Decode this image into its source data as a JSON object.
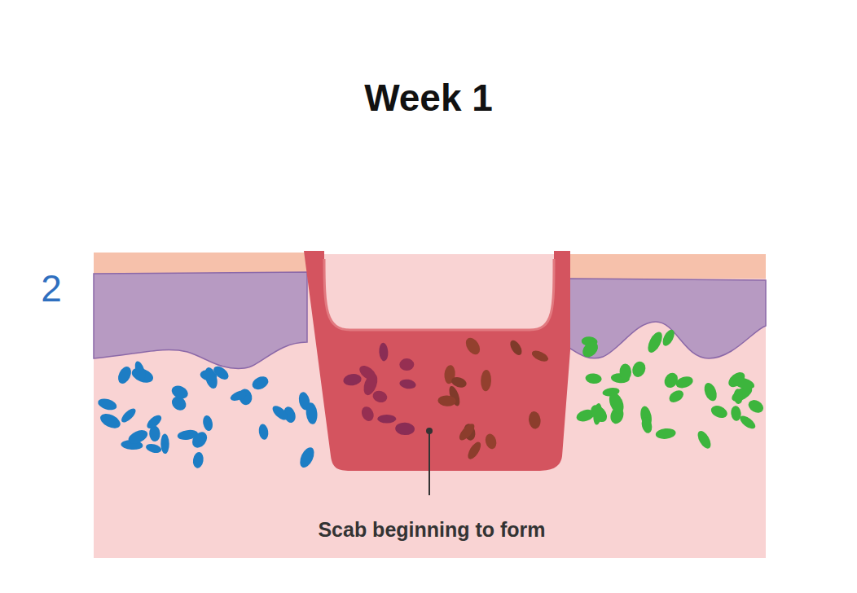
{
  "diagram": {
    "title": "Week 1",
    "labels": [
      "2",
      "Scab beginning to form"
    ]
  }
}
